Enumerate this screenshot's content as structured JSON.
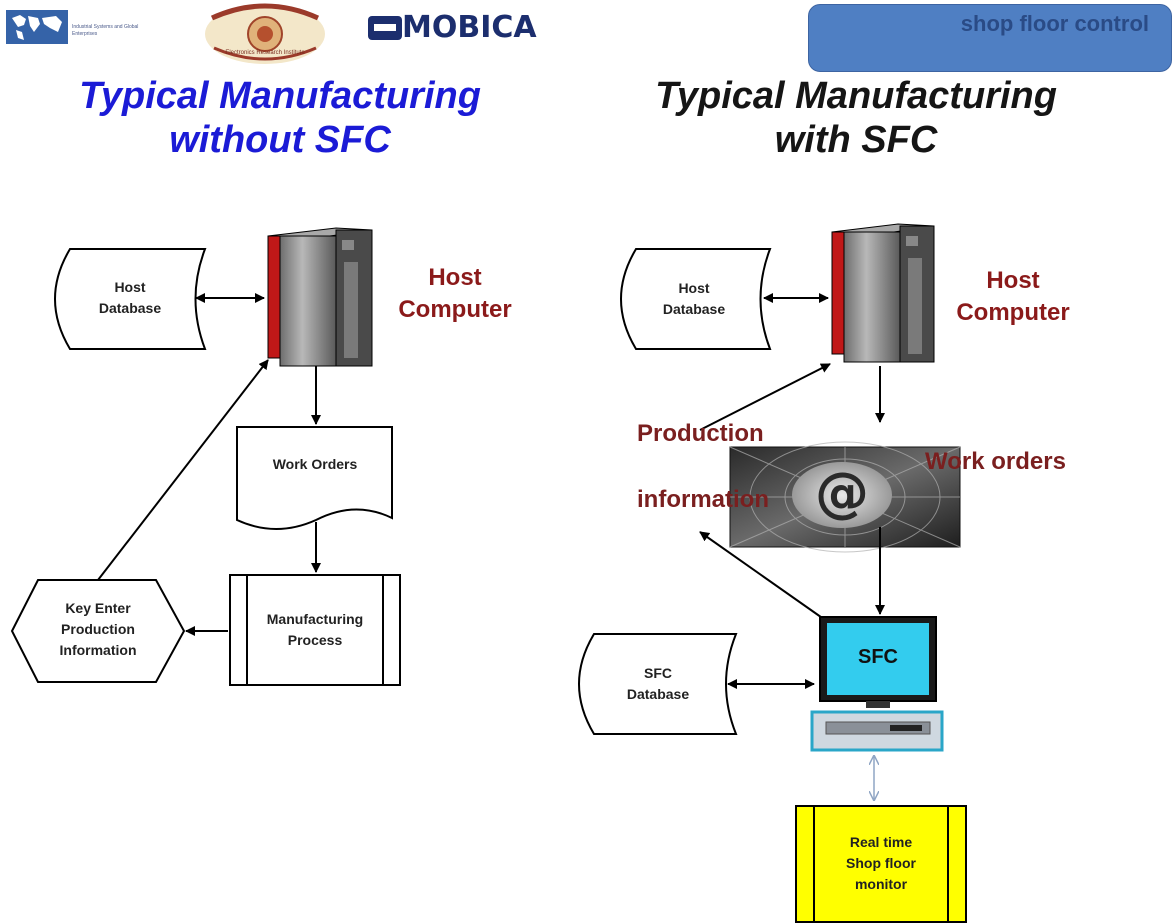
{
  "header": {
    "logo_left_text": "Industrial Systems and Global Enterprises",
    "logo_center_text": "Electronics Research Institute",
    "logo_right_text": "MOBICA",
    "badge": "shop floor control"
  },
  "left": {
    "title_line1": "Typical Manufacturing",
    "title_line2": "without SFC",
    "host_db_line1": "Host",
    "host_db_line2": "Database",
    "host_computer_line1": "Host",
    "host_computer_line2": "Computer",
    "work_orders": "Work Orders",
    "mfg_line1": "Manufacturing",
    "mfg_line2": "Process",
    "key_line1": "Key Enter",
    "key_line2": "Production",
    "key_line3": "Information"
  },
  "right": {
    "title_line1": "Typical Manufacturing",
    "title_line2": "with SFC",
    "host_db_line1": "Host",
    "host_db_line2": "Database",
    "host_computer_line1": "Host",
    "host_computer_line2": "Computer",
    "production": "Production",
    "information": "information",
    "work_orders": "Work orders",
    "at_symbol": "@",
    "sfc": "SFC",
    "sfc_db_line1": "SFC",
    "sfc_db_line2": "Database",
    "monitor_line1": "Real time",
    "monitor_line2": "Shop floor",
    "monitor_line3": "monitor"
  },
  "colors": {
    "title_blue": "#1b1bd6",
    "host_red": "#8b1a1a",
    "badge_blue": "#4f7fc3",
    "monitor_yellow": "#ffff00",
    "sfc_screen": "#33ccee"
  }
}
